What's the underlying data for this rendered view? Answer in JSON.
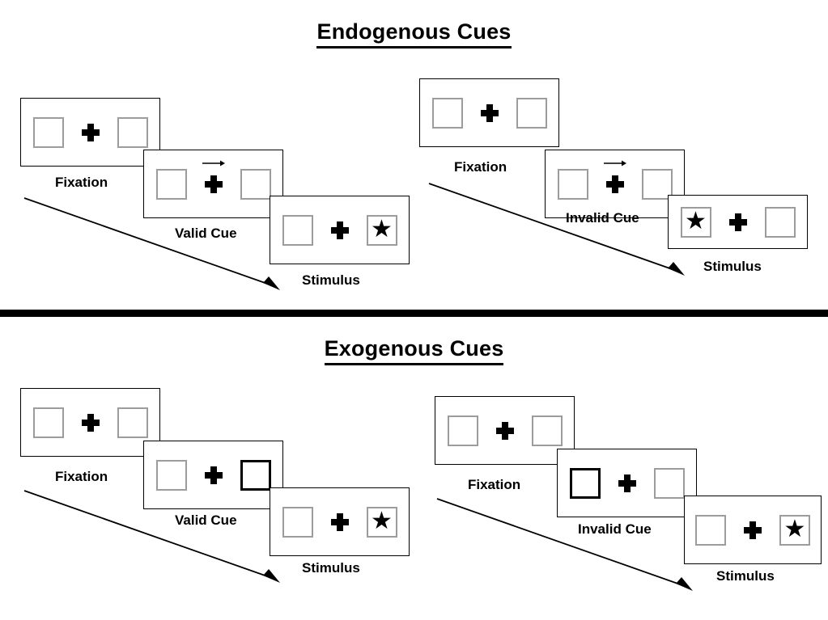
{
  "figure": {
    "type": "diagram",
    "description": "Posner cueing paradigm trial sequences for endogenous and exogenous cues"
  },
  "sections": [
    {
      "id": "endogenous",
      "title": "Endogenous Cues",
      "cue_type": "arrow",
      "sequences": [
        {
          "id": "endogenous-valid",
          "validity": "valid",
          "panels": [
            {
              "id": "fixation",
              "label": "Fixation",
              "cue": "none",
              "cue_side": "none",
              "target": "none",
              "target_side": "none"
            },
            {
              "id": "cue",
              "label": "Valid Cue",
              "cue": "arrow",
              "cue_side": "right",
              "target": "none",
              "target_side": "none"
            },
            {
              "id": "stimulus",
              "label": "Stimulus",
              "cue": "none",
              "cue_side": "none",
              "target": "star",
              "target_side": "right"
            }
          ]
        },
        {
          "id": "endogenous-invalid",
          "validity": "invalid",
          "panels": [
            {
              "id": "fixation",
              "label": "Fixation",
              "cue": "none",
              "cue_side": "none",
              "target": "none",
              "target_side": "none"
            },
            {
              "id": "cue",
              "label": "Invalid Cue",
              "cue": "arrow",
              "cue_side": "right",
              "target": "none",
              "target_side": "none"
            },
            {
              "id": "stimulus",
              "label": "Stimulus",
              "cue": "none",
              "cue_side": "none",
              "target": "star",
              "target_side": "left"
            }
          ]
        }
      ]
    },
    {
      "id": "exogenous",
      "title": "Exogenous Cues",
      "cue_type": "box-highlight",
      "sequences": [
        {
          "id": "exogenous-valid",
          "validity": "valid",
          "panels": [
            {
              "id": "fixation",
              "label": "Fixation",
              "cue": "none",
              "cue_side": "none",
              "target": "none",
              "target_side": "none"
            },
            {
              "id": "cue",
              "label": "Valid Cue",
              "cue": "highlight",
              "cue_side": "right",
              "target": "none",
              "target_side": "none"
            },
            {
              "id": "stimulus",
              "label": "Stimulus",
              "cue": "none",
              "cue_side": "none",
              "target": "star",
              "target_side": "right"
            }
          ]
        },
        {
          "id": "exogenous-invalid",
          "validity": "invalid",
          "panels": [
            {
              "id": "fixation",
              "label": "Fixation",
              "cue": "none",
              "cue_side": "none",
              "target": "none",
              "target_side": "none"
            },
            {
              "id": "cue",
              "label": "Invalid Cue",
              "cue": "highlight",
              "cue_side": "left",
              "target": "none",
              "target_side": "none"
            },
            {
              "id": "stimulus",
              "label": "Stimulus",
              "cue": "none",
              "cue_side": "none",
              "target": "star",
              "target_side": "right"
            }
          ]
        }
      ]
    }
  ],
  "glyphs": {
    "target_star": "★",
    "fixation_cross": "fixation-cross",
    "time_arrow": "time-flow-arrow"
  },
  "colors": {
    "ink": "#000000",
    "box_border": "#9c9c9c",
    "cued_box_border": "#000000",
    "panel_border": "#000000",
    "background": "#ffffff"
  }
}
